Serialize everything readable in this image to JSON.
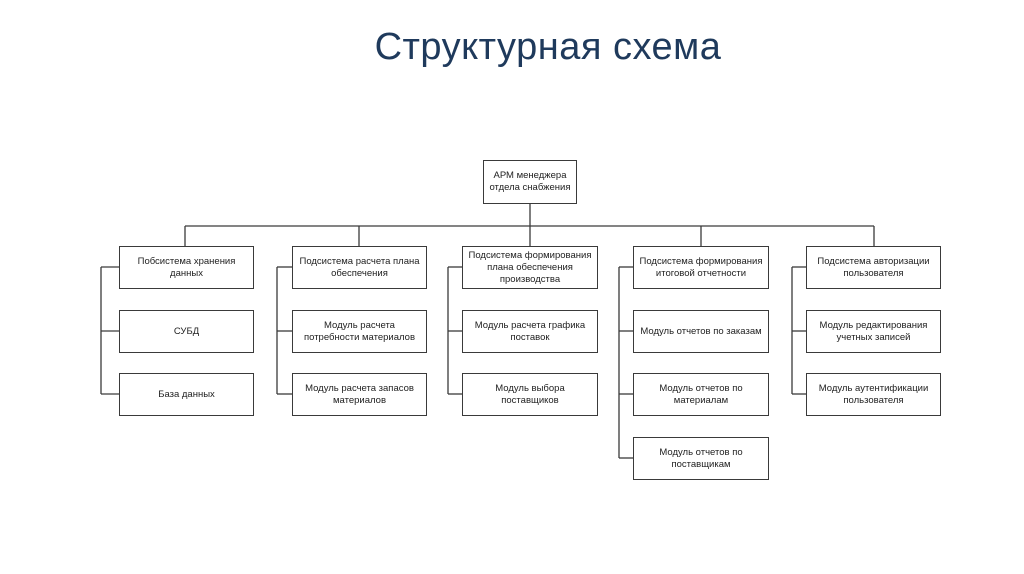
{
  "title": "Структурная схема",
  "root": "АРМ менеджера\nотдела снабжения",
  "columns": [
    {
      "header": "Побсистема хранения\nданных",
      "items": [
        "СУБД",
        "База данных"
      ]
    },
    {
      "header": "Подсистема расчета плана\nобеспечения",
      "items": [
        "Модуль расчета\nпотребности материалов",
        "Модуль расчета запасов\nматериалов"
      ]
    },
    {
      "header": "Подсистема формирования\nплана обеспечения\nпроизводства",
      "items": [
        "Модуль расчета графика\nпоставок",
        "Модуль выбора\nпоставщиков"
      ]
    },
    {
      "header": "Подсистема формирования\nитоговой отчетности",
      "items": [
        "Модуль отчетов по заказам",
        "Модуль отчетов по\nматериалам",
        "Модуль отчетов по\nпоставщикам"
      ]
    },
    {
      "header": "Подсистема авторизации\nпользователя",
      "items": [
        "Модуль редактирования\nучетных записей",
        "Модуль аутентификации\nпользователя"
      ]
    }
  ]
}
